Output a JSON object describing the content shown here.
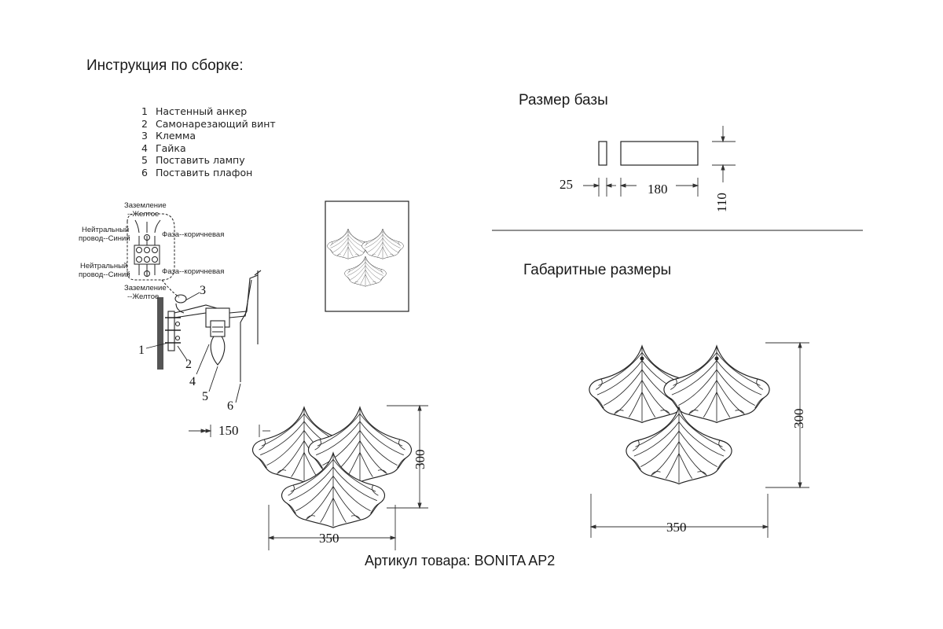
{
  "header": {
    "instruction_title": "Инструкция по сборке:"
  },
  "steps": [
    {
      "num": "1",
      "label": "Настенный анкер"
    },
    {
      "num": "2",
      "label": "Самонарезающий винт"
    },
    {
      "num": "3",
      "label": "Клемма"
    },
    {
      "num": "4",
      "label": "Гайка"
    },
    {
      "num": "5",
      "label": "Поставить лампу"
    },
    {
      "num": "6",
      "label": "Поставить плафон"
    }
  ],
  "wiring": {
    "ground_top": "Заземление",
    "ground_top_color": "--Желтое",
    "neutral_top_1": "Нейтральный",
    "neutral_top_2": "провод--Синий",
    "phase_top": "Фаза--коричневая",
    "neutral_bottom_1": "Нейтральный",
    "neutral_bottom_2": "провод--Синий",
    "phase_bottom": "Фаза--коричневая",
    "ground_bottom": "Заземление",
    "ground_bottom_color": "--Желтое"
  },
  "callouts": [
    "1",
    "2",
    "3",
    "4",
    "5",
    "6"
  ],
  "base": {
    "title": "Размер базы",
    "depth": "25",
    "width": "180",
    "height": "110"
  },
  "overall": {
    "title": "Габаритные размеры",
    "width": "350",
    "height": "300"
  },
  "small_view": {
    "depth": "150",
    "width": "350",
    "height": "300"
  },
  "footer": {
    "sku": "Артикул товара: BONITA AP2"
  }
}
